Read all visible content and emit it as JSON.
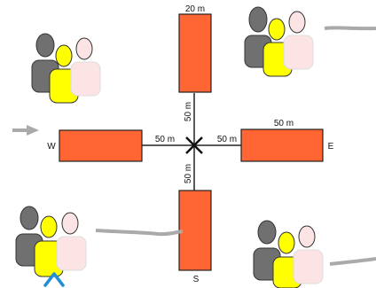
{
  "colors": {
    "field": "#ff6633",
    "outline": "#222222",
    "person_dark": "#707070",
    "person_yellow": "#ffff00",
    "person_pink": "#fce4e4",
    "path": "#aaaaaa",
    "caret": "#1f8fd6"
  },
  "labels": {
    "north_length": "20 m",
    "right_length": "50 m",
    "west_distance": "50 m",
    "east_distance": "50 m",
    "north_distance": "50 m",
    "south_distance": "50 m",
    "west": "W",
    "east": "E",
    "south": "S"
  },
  "icons": {
    "center": "x-cross-icon",
    "entry": "arrow-right-icon",
    "cursor": "caret-up-icon"
  },
  "groups": [
    {
      "name": "group-top-left"
    },
    {
      "name": "group-top-right"
    },
    {
      "name": "group-bottom-left"
    },
    {
      "name": "group-bottom-right"
    }
  ]
}
